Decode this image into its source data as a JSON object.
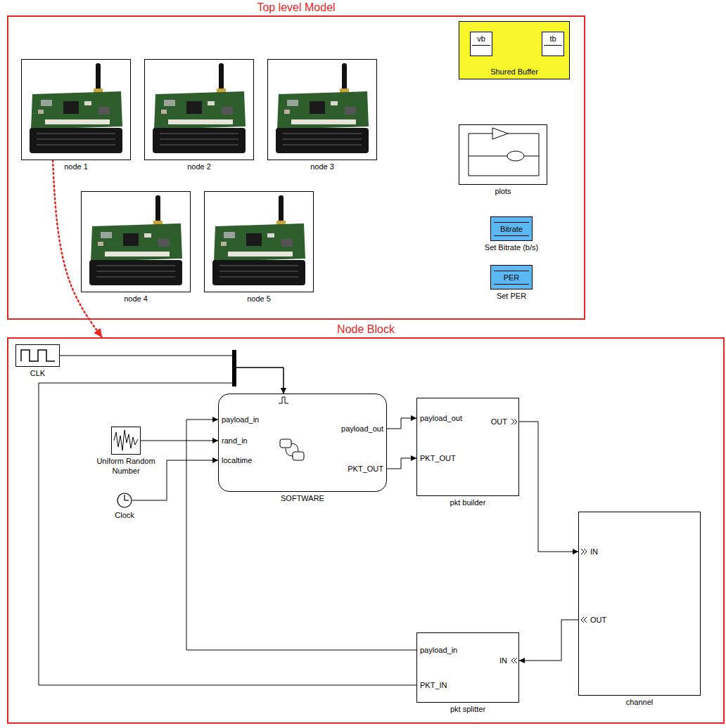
{
  "diagram": {
    "nodes": [
      {
        "text": [
          "Top level Model"
        ]
      },
      {
        "text": [
          "node 1"
        ],
        "in": 0
      },
      {
        "text": [
          "node 2"
        ],
        "in": 0
      },
      {
        "text": [
          "node 3"
        ],
        "in": 0
      },
      {
        "text": [
          "node 4"
        ],
        "in": 0
      },
      {
        "text": [
          "node 5"
        ],
        "in": 0
      },
      {
        "text": [
          "Shured Buffer"
        ],
        "in": 0
      },
      {
        "text": [
          "vb"
        ],
        "in": 6
      },
      {
        "text": [
          "tb"
        ],
        "in": 6
      },
      {
        "text": [
          "plots"
        ],
        "in": 0
      },
      {
        "text": [
          "Bitrate",
          "Set Bitrate (b/s)"
        ],
        "in": 0
      },
      {
        "text": [
          "PER",
          "Set PER"
        ],
        "in": 0
      },
      {
        "text": [
          "Node Block"
        ]
      },
      {
        "text": [
          "CLK"
        ],
        "in": 12
      },
      {
        "text": [
          "payload_in",
          "rand_in",
          "localtime",
          "payload_out",
          "PKT_OUT",
          "SOFTWARE"
        ],
        "in": 12
      },
      {
        "text": [
          "Uniform Random Number"
        ],
        "in": 12
      },
      {
        "text": [
          "Clock"
        ],
        "in": 12
      },
      {
        "text": [
          "payload_out",
          "PKT_OUT",
          "OUT",
          "pkt builder"
        ],
        "in": 12
      },
      {
        "text": [
          "IN",
          "OUT",
          "channel"
        ],
        "in": 12
      },
      {
        "text": [
          "payload_in",
          "PKT_IN",
          "IN",
          "pkt splitter"
        ],
        "in": 12
      }
    ],
    "edges": [
      {
        "from": 1,
        "to": 12,
        "arrow": "to"
      },
      {
        "from": 13,
        "to": 14,
        "arrow": "to"
      },
      {
        "from": 15,
        "to": 14,
        "arrow": "to"
      },
      {
        "from": 16,
        "to": 14,
        "arrow": "to"
      },
      {
        "from": 14,
        "to": 17,
        "arrow": "to"
      },
      {
        "from": 14,
        "to": 17,
        "arrow": "to"
      },
      {
        "from": 17,
        "to": 18,
        "arrow": "to"
      },
      {
        "from": 18,
        "to": 19,
        "arrow": "to"
      },
      {
        "from": 19,
        "to": 14,
        "arrow": "to"
      },
      {
        "from": 19,
        "to": 14,
        "arrow": "to"
      }
    ]
  }
}
